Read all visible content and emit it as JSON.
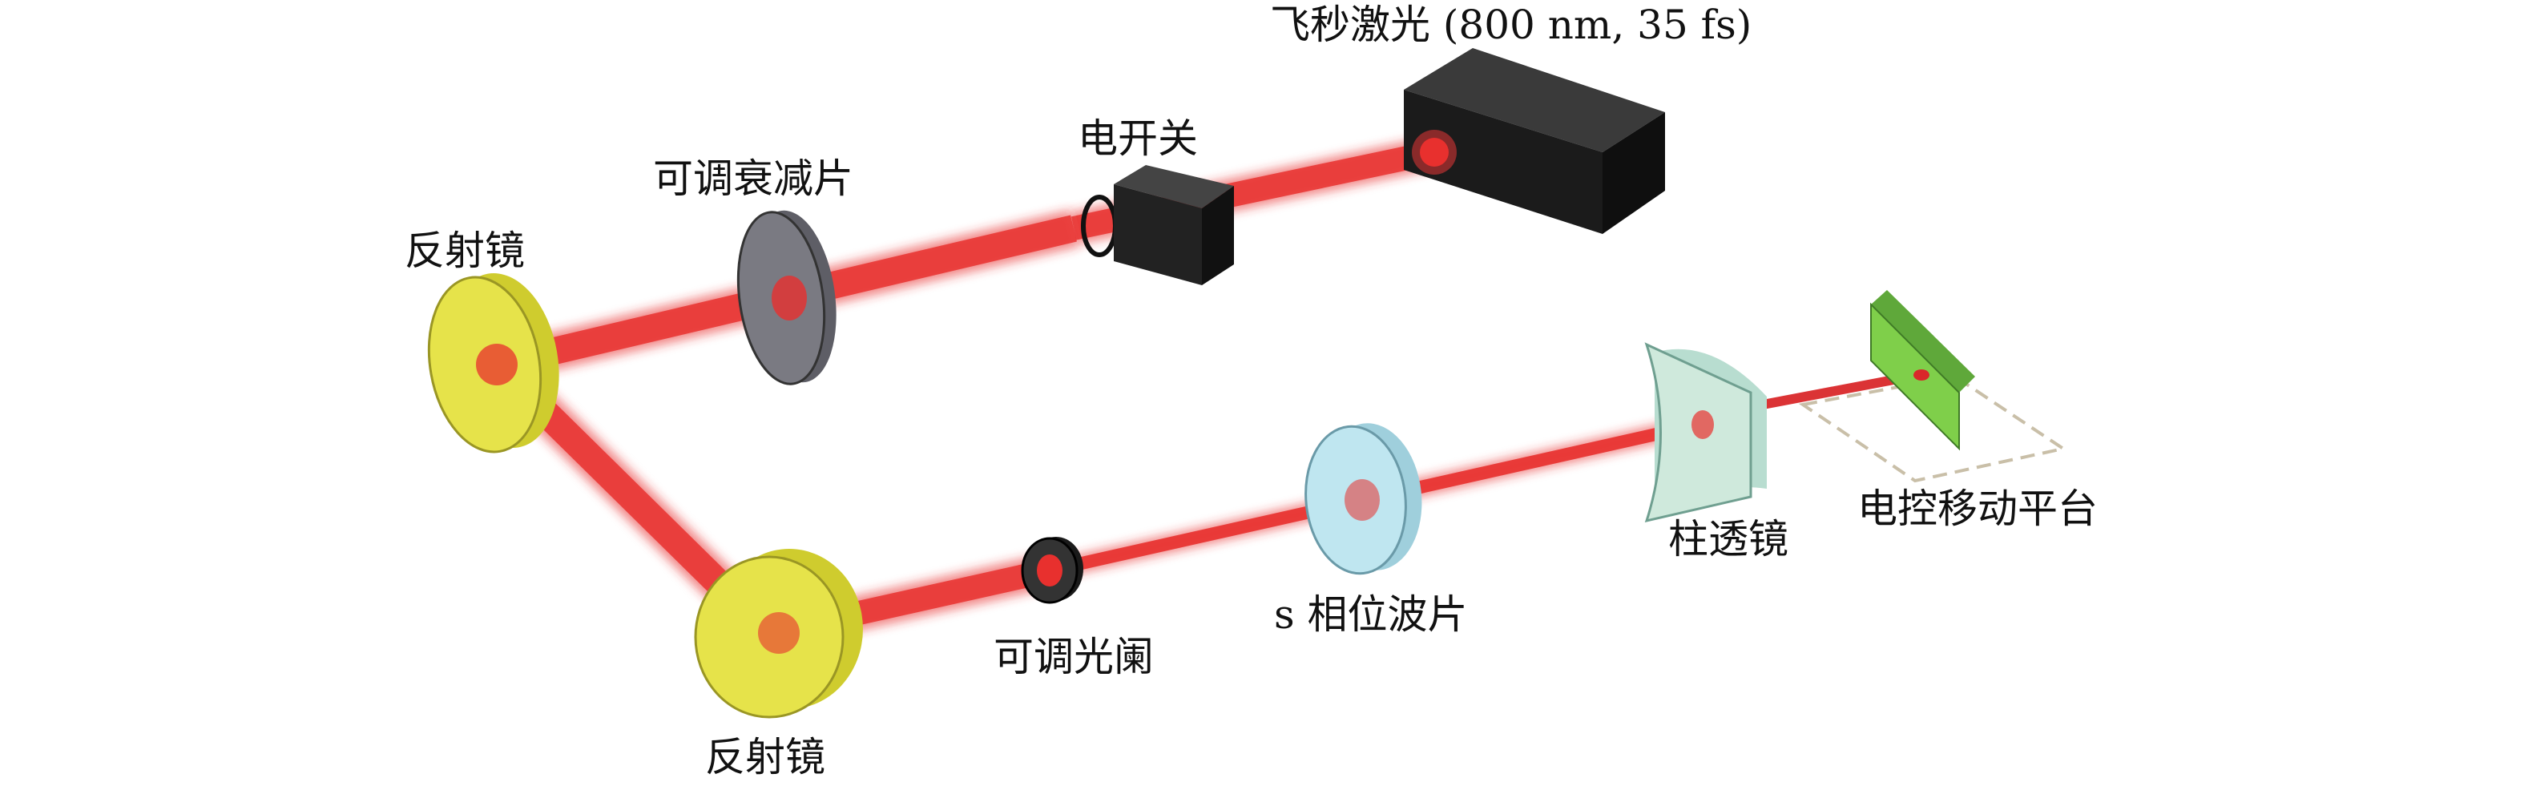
{
  "labels": {
    "laser": "飞秒激光 (800 nm, 35 fs)",
    "switch": "电开关",
    "attenuator": "可调衰减片",
    "mirror_top": "反射镜",
    "mirror_bottom": "反射镜",
    "iris": "可调光阑",
    "waveplate": "s 相位波片",
    "lens": "柱透镜",
    "stage": "电控移动平台"
  },
  "colors": {
    "beam": "#e8302e",
    "laser_box": "#1b1b1b",
    "switch_box": "#222222",
    "attenuator": "#7a7a82",
    "mirror": "#e6e34a",
    "waveplate": "#bfe6f0",
    "lens": "#cfe9dc",
    "stage_target": "#7fcf4a"
  }
}
